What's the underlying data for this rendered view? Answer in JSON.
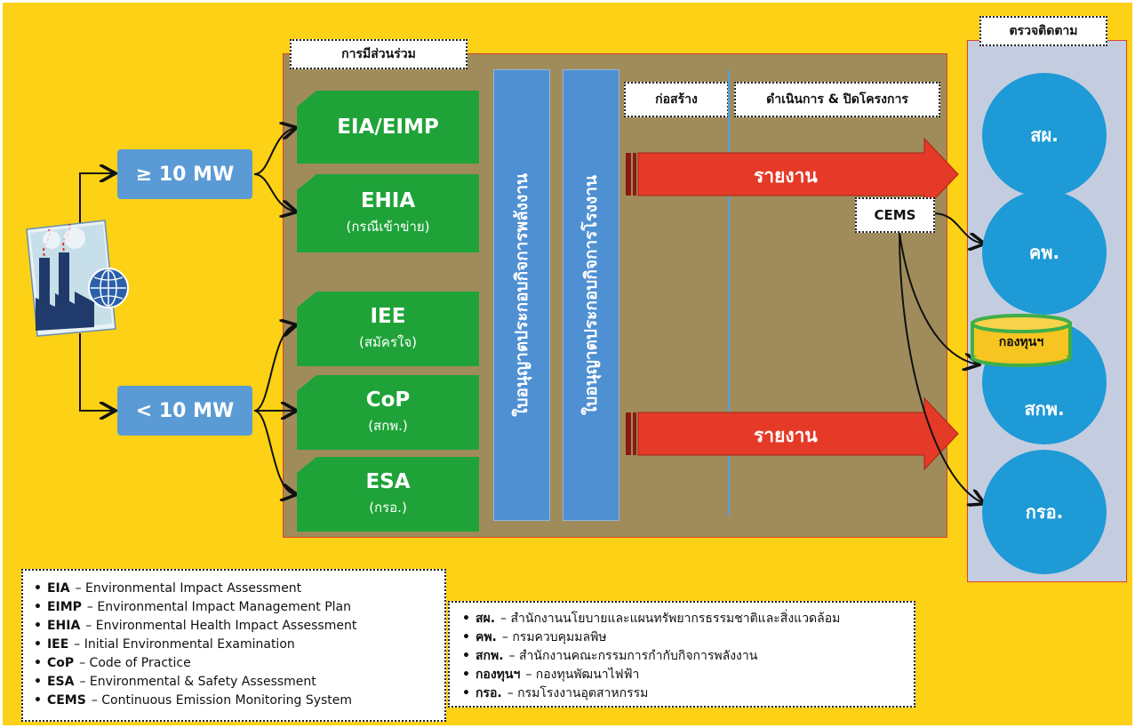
{
  "labels": {
    "participation": "การมีส่วนร่วม",
    "monitoring": "ตรวจติดตาม",
    "construction": "ก่อสร้าง",
    "operation": "ดำเนินการ & ปิดโครงการ",
    "cems": "CEMS",
    "fund": "กองทุนฯ"
  },
  "capacity": {
    "high": "≥ 10 MW",
    "low": "< 10 MW"
  },
  "assessments": [
    {
      "title": "EIA/EIMP",
      "sub": ""
    },
    {
      "title": "EHIA",
      "sub": "(กรณีเข้าข่าย)"
    },
    {
      "title": "IEE",
      "sub": "(สมัครใจ)"
    },
    {
      "title": "CoP",
      "sub": "(สกพ.)"
    },
    {
      "title": "ESA",
      "sub": "(กรอ.)"
    }
  ],
  "licenses": {
    "energy": "ใบอนุญาตประกอบกิจการพลังงาน",
    "factory": "ใบอนุญาตประกอบกิจการโรงงาน"
  },
  "report_label": "รายงาน",
  "agencies": [
    "สผ.",
    "คพ.",
    "สกพ.",
    "กรอ."
  ],
  "legend_left": [
    {
      "abbr": "EIA",
      "desc": "– Environmental Impact Assessment"
    },
    {
      "abbr": "EIMP",
      "desc": "– Environmental Impact Management Plan"
    },
    {
      "abbr": "EHIA",
      "desc": "– Environmental Health Impact Assessment"
    },
    {
      "abbr": "IEE",
      "desc": "– Initial Environmental Examination"
    },
    {
      "abbr": "CoP",
      "desc": "– Code of Practice"
    },
    {
      "abbr": "ESA",
      "desc": "– Environmental & Safety Assessment"
    },
    {
      "abbr": "CEMS",
      "desc": "– Continuous Emission Monitoring System"
    }
  ],
  "legend_right": [
    {
      "abbr": "สผ.",
      "desc": "– สำนักงานนโยบายและแผนทรัพยากรธรรมชาติและสิ่งแวดล้อม"
    },
    {
      "abbr": "คพ.",
      "desc": "– กรมควบคุมมลพิษ"
    },
    {
      "abbr": "สกพ.",
      "desc": "– สำนักงานคณะกรรมการกำกับกิจการพลังงาน"
    },
    {
      "abbr": "กองทุนฯ",
      "desc": "– กองทุนพัฒนาไฟฟ้า"
    },
    {
      "abbr": "กรอ.",
      "desc": "– กรมโรงงานอุตสาหกรรม"
    }
  ],
  "colors": {
    "background": "#fcd116",
    "panel": "#a08c5b",
    "green": "#1fa339",
    "blue": "#5b9bd5",
    "circle": "#1e9ad6",
    "arrow": "#e63a28",
    "monitor_panel": "#c4cde0"
  },
  "icons": {
    "factory": "factory-icon",
    "globe": "globe-icon"
  }
}
